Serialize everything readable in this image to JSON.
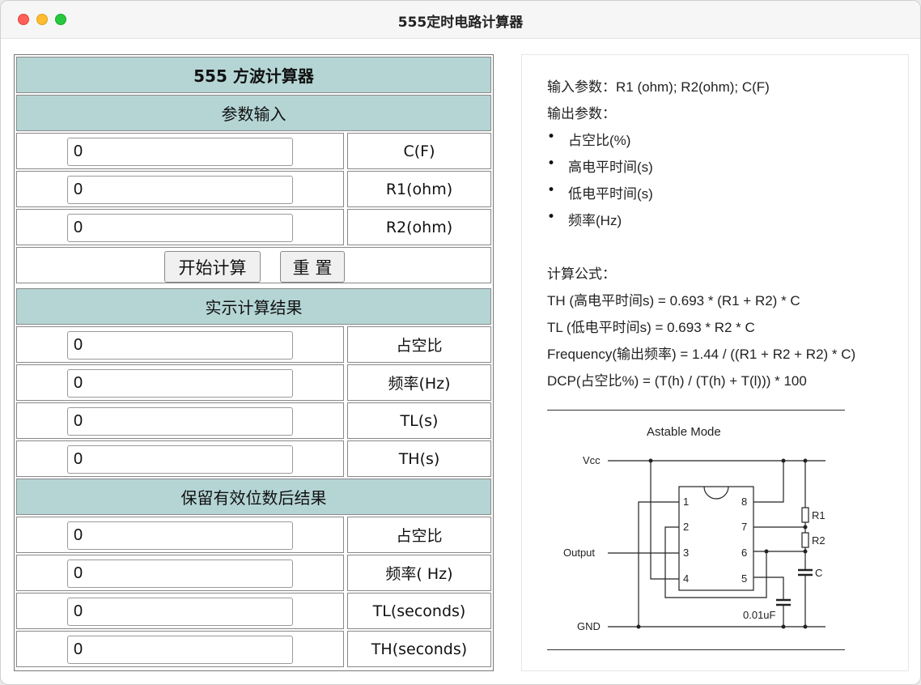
{
  "window": {
    "title": "555定时电路计算器"
  },
  "calculator": {
    "title": "555 方波计算器",
    "input_section": "参数输入",
    "inputs": [
      {
        "value": "0",
        "label": "C(F)"
      },
      {
        "value": "0",
        "label": "R1(ohm)"
      },
      {
        "value": "0",
        "label": "R2(ohm)"
      }
    ],
    "buttons": {
      "calculate": "开始计算",
      "reset": "重 置"
    },
    "realtime_section": "实示计算结果",
    "realtime_results": [
      {
        "value": "0",
        "label": "占空比"
      },
      {
        "value": "0",
        "label": "频率(Hz)"
      },
      {
        "value": "0",
        "label": "TL(s)"
      },
      {
        "value": "0",
        "label": "TH(s)"
      }
    ],
    "rounded_section": "保留有效位数后结果",
    "rounded_results": [
      {
        "value": "0",
        "label": "占空比"
      },
      {
        "value": "0",
        "label": "频率( Hz)"
      },
      {
        "value": "0",
        "label": "TL(seconds)"
      },
      {
        "value": "0",
        "label": "TH(seconds)"
      }
    ]
  },
  "info": {
    "input_params": "输入参数：R1 (ohm); R2(ohm); C(F)",
    "output_params": "输出参数：",
    "outputs": [
      "占空比(%)",
      "高电平时间(s)",
      "低电平时间(s)",
      "频率(Hz)"
    ],
    "formula_title": "计算公式：",
    "formulas": [
      "TH (高电平时间s) = 0.693 * (R1 + R2) * C",
      "TL (低电平时间s) = 0.693 * R2 * C",
      "Frequency(输出频率) = 1.44 / ((R1 + R2 + R2) * C)",
      "DCP(占空比%) = (T(h) / (T(h) + T(l))) * 100"
    ]
  },
  "diagram": {
    "title": "Astable Mode",
    "vcc": "Vcc",
    "output": "Output",
    "gnd": "GND",
    "pins": [
      "1",
      "2",
      "3",
      "4",
      "5",
      "6",
      "7",
      "8"
    ],
    "r1": "R1",
    "r2": "R2",
    "c": "C",
    "cap_small": "0.01uF"
  }
}
